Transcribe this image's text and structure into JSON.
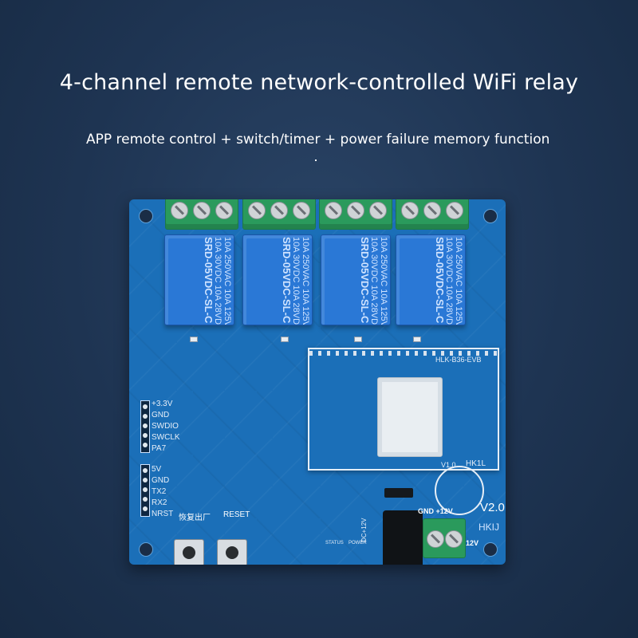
{
  "headline": "4-channel remote network-controlled WiFi relay",
  "subheadline": "APP remote control + switch/timer + power failure memory function",
  "board": {
    "relay_label_line1": "10A 250VAC   10A 125VAC",
    "relay_label_line2": "10A 30VDC   10A 28VDC",
    "relay_model": "SRD-05VDC-SL-C",
    "module_name": "HLK-B36-EVB",
    "module_version": "V1.0",
    "module_mark": "HK1L",
    "header_top_pins": [
      "+3.3V",
      "GND",
      "SWDIO",
      "SWCLK",
      "PA7"
    ],
    "header_bottom_pins": [
      "5V",
      "GND",
      "TX2",
      "RX2",
      "NRST"
    ],
    "button_restore_label": "恢复出厂",
    "button_reset_label": "RESET",
    "led_status_label": "STATUS",
    "led_power_label": "POWER",
    "dc_label": "DC+12V",
    "power_terminal_label": "GND  +12V",
    "power_side_label": "12V",
    "version": "V2.0",
    "brand": "HKIJ"
  },
  "colors": {
    "background": "#1f3450",
    "board": "#1b6fb8",
    "relay": "#2a78d6",
    "terminal": "#2a9a5c"
  }
}
